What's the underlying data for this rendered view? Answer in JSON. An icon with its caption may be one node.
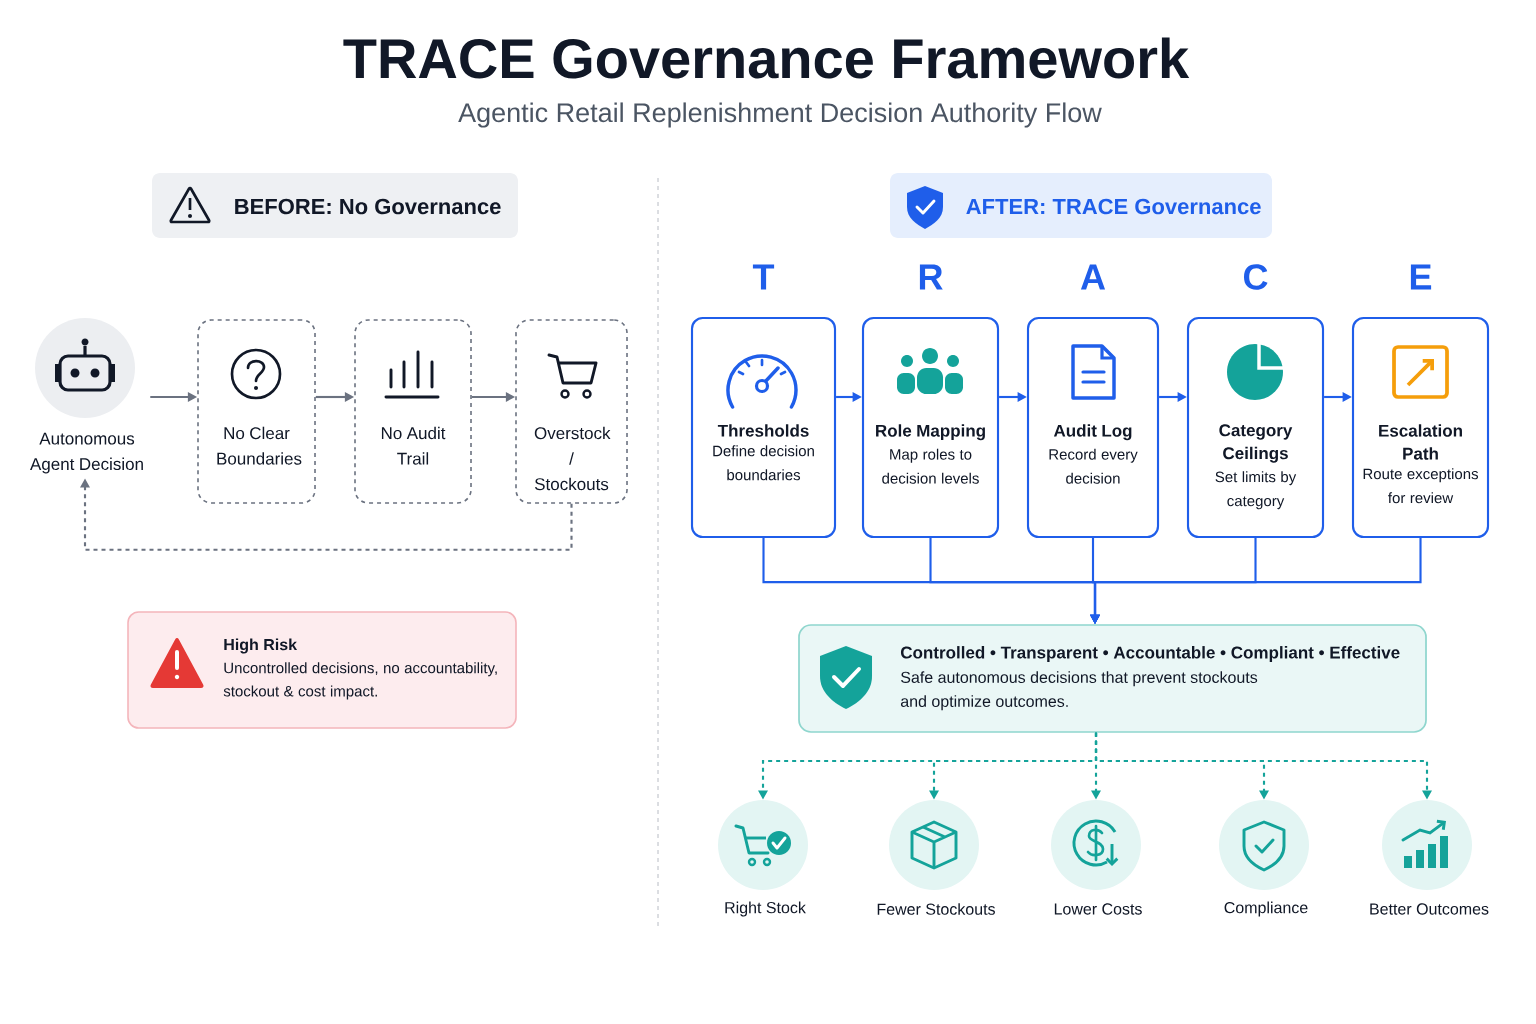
{
  "diagram": {
    "title": "TRACE Governance Framework",
    "nodes": [
      {
        "text": [
          "BEFORE: No Governance"
        ]
      },
      {
        "text": [
          "Autonomous Agent Decision"
        ]
      },
      {
        "text": [
          "No Clear Boundaries"
        ]
      },
      {
        "text": [
          "No Audit Trail"
        ]
      },
      {
        "text": [
          "Overstock / Stockouts"
        ]
      },
      {
        "text": [
          "High Risk",
          "Uncontrolled decisions, no accountability, stockout & cost impact."
        ]
      },
      {
        "text": [
          "AFTER: TRACE Governance"
        ]
      },
      {
        "text": [
          "Thresholds",
          "Define decision boundaries"
        ],
        "beside": [
          "T"
        ]
      },
      {
        "text": [
          "Role Mapping",
          "Map roles to decision levels"
        ],
        "beside": [
          "R"
        ]
      },
      {
        "text": [
          "Audit Log",
          "Record every decision"
        ],
        "beside": [
          "A"
        ]
      },
      {
        "text": [
          "Category Ceilings",
          "Set limits by category"
        ],
        "beside": [
          "C"
        ]
      },
      {
        "text": [
          "Escalation Path",
          "Route exceptions for review"
        ],
        "beside": [
          "E"
        ]
      },
      {
        "text": [
          "Controlled • Transparent • Accountable • Compliant • Effective",
          "Safe autonomous decisions that prevent stockouts and optimize outcomes."
        ]
      },
      {
        "text": [
          "Right Stock"
        ]
      },
      {
        "text": [
          "Fewer Stockouts"
        ]
      },
      {
        "text": [
          "Lower Costs"
        ]
      },
      {
        "text": [
          "Compliance"
        ]
      },
      {
        "text": [
          "Better Outcomes"
        ]
      }
    ],
    "edges": [
      {
        "from": 1,
        "to": 2,
        "arrow": "to",
        "color": "#6b7280"
      },
      {
        "from": 2,
        "to": 3,
        "arrow": "to",
        "color": "#6b7280"
      },
      {
        "from": 3,
        "to": 4,
        "arrow": "to",
        "color": "#6b7280"
      },
      {
        "from": 4,
        "to": 1,
        "arrow": "to",
        "style": "dashed",
        "color": "#6b7280"
      },
      {
        "from": 7,
        "to": 8,
        "arrow": "to"
      },
      {
        "from": 8,
        "to": 9,
        "arrow": "to"
      },
      {
        "from": 9,
        "to": 10,
        "arrow": "to"
      },
      {
        "from": 10,
        "to": 11,
        "arrow": "to"
      },
      {
        "from": 7,
        "to": 12,
        "arrow": "to"
      },
      {
        "from": 8,
        "to": 12,
        "arrow": "to"
      },
      {
        "from": 9,
        "to": 12,
        "arrow": "to"
      },
      {
        "from": 10,
        "to": 12,
        "arrow": "to"
      },
      {
        "from": 11,
        "to": 12,
        "arrow": "to"
      },
      {
        "from": 12,
        "to": 13,
        "arrow": "to",
        "style": "dashed",
        "color": "#14a39a"
      },
      {
        "from": 12,
        "to": 14,
        "arrow": "to",
        "style": "dashed",
        "color": "#14a39a"
      },
      {
        "from": 12,
        "to": 15,
        "arrow": "to",
        "style": "dashed",
        "color": "#14a39a"
      },
      {
        "from": 12,
        "to": 16,
        "arrow": "to",
        "style": "dashed",
        "color": "#14a39a"
      },
      {
        "from": 12,
        "to": 17,
        "arrow": "to",
        "style": "dashed",
        "color": "#14a39a"
      }
    ],
    "labels": [
      "Agentic Retail Replenishment Decision Authority Flow"
    ]
  }
}
